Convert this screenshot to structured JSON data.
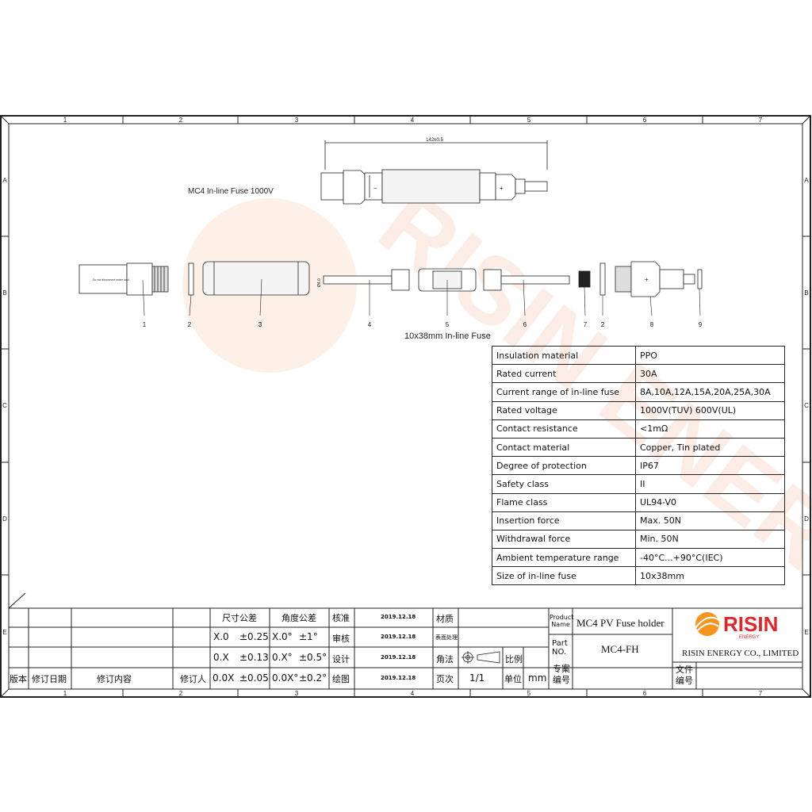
{
  "drawing": {
    "title": "MC4 In-line Fuse 1000V",
    "dimension_top": "142±0.5",
    "dimension_side": "Ø4.0",
    "fuse_caption": "10x38mm In-line Fuse",
    "connector_text": "Do not disconnect under load",
    "part_numbers": [
      "1",
      "2",
      "3",
      "4",
      "5",
      "6",
      "7",
      "2",
      "8",
      "9"
    ]
  },
  "border": {
    "columns": [
      "1",
      "2",
      "3",
      "4",
      "5",
      "6",
      "7"
    ],
    "rows": [
      "A",
      "B",
      "C",
      "D",
      "E"
    ]
  },
  "spec_table": [
    {
      "key": "Insulation  material",
      "value": "PPO"
    },
    {
      "key": "Rated  current",
      "value": "30A"
    },
    {
      "key": "Current range of in-line fuse",
      "value": "8A,10A,12A,15A,20A,25A,30A"
    },
    {
      "key": "Rated  voltage",
      "value": "1000V(TUV)  600V(UL)"
    },
    {
      "key": "Contact  resistance",
      "value": "<1mΩ"
    },
    {
      "key": "Contact  material",
      "value": "Copper,  Tin  plated"
    },
    {
      "key": "Degree  of  protection",
      "value": "IP67"
    },
    {
      "key": "Safety  class",
      "value": "II"
    },
    {
      "key": "Flame  class",
      "value": "UL94-V0"
    },
    {
      "key": "Insertion  force",
      "value": "Max.  50N"
    },
    {
      "key": "Withdrawal  force",
      "value": "Min.  50N"
    },
    {
      "key": "Ambient  temperature  range",
      "value": "-40°C...+90°C(IEC)"
    },
    {
      "key": "Size of in-line fuse",
      "value": "10x38mm"
    }
  ],
  "title_block": {
    "rev_headers": [
      "版本",
      "修订日期",
      "修订内容",
      "修订人"
    ],
    "tol_size_label": "尺寸公差",
    "tol_angle_label": "角度公差",
    "tol_rows": [
      {
        "size": "X.0",
        "size_tol": "±0.25",
        "angle": "X.0°",
        "angle_tol": "±1°"
      },
      {
        "size": "0.X",
        "size_tol": "±0.13",
        "angle": "0.X°",
        "angle_tol": "±0.5°"
      },
      {
        "size": "0.0X",
        "size_tol": "±0.05",
        "angle": "0.0X°",
        "angle_tol": "±0.2°"
      }
    ],
    "sign_rows": [
      {
        "role": "核准",
        "date": "2019.12.18"
      },
      {
        "role": "审核",
        "date": "2019.12.18"
      },
      {
        "role": "设计",
        "date": "2019.12.18"
      },
      {
        "role": "绘图",
        "date": "2019.12.18"
      }
    ],
    "material_label": "材质",
    "surface_label": "表面处理",
    "projection_label": "角法",
    "scale_label": "比例",
    "page_label": "页次",
    "page_value": "1/1",
    "unit_label": "单位",
    "unit_value": "mm",
    "product_name_label": "Product Name",
    "product_name": "MC4 PV Fuse holder",
    "part_no_label": "Part NO.",
    "part_no": "MC4-FH",
    "patent_label": "专案编号",
    "company": "RISIN ENERGY CO., LIMITED",
    "file_label": "文件编号",
    "logo_text": "RISIN",
    "logo_sub": "ENERGY",
    "watermark": "RISIN ENERGY"
  },
  "colors": {
    "line": "#222222",
    "logo_red": "#e0262b",
    "logo_orange": "#f7941d",
    "watermark": "#f6d2c2"
  }
}
